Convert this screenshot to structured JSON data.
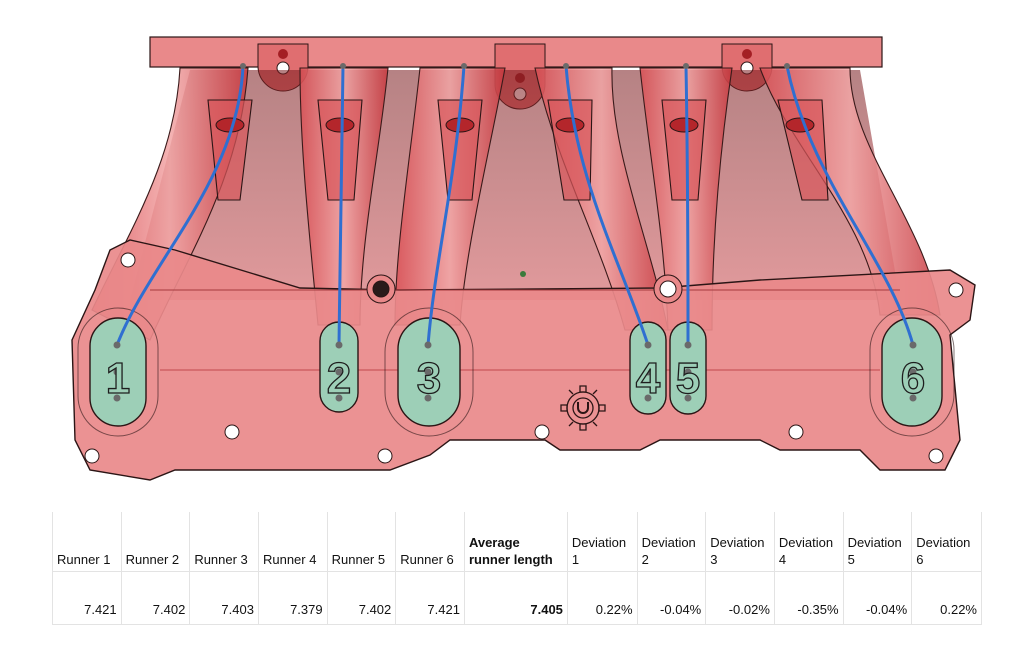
{
  "runner_labels": [
    "1",
    "2",
    "3",
    "4",
    "5",
    "6"
  ],
  "table": {
    "headers": [
      "Runner 1",
      "Runner 2",
      "Runner 3",
      "Runner 4",
      "Runner 5",
      "Runner 6",
      "Average runner length",
      "Deviation 1",
      "Deviation 2",
      "Deviation 3",
      "Deviation 4",
      "Deviation 5",
      "Deviation 6"
    ],
    "values": [
      "7.421",
      "7.402",
      "7.403",
      "7.379",
      "7.402",
      "7.421",
      "7.405",
      "0.22%",
      "-0.04%",
      "-0.02%",
      "-0.35%",
      "-0.04%",
      "0.22%"
    ]
  },
  "colors": {
    "manifold_body": "#e77f80",
    "manifold_dark": "#b22b2f",
    "port_fill": "#9dcfb7",
    "runner_line": "#2f6fd1",
    "outline": "#2b1515"
  },
  "icon": "tuning-gear-logo-icon"
}
